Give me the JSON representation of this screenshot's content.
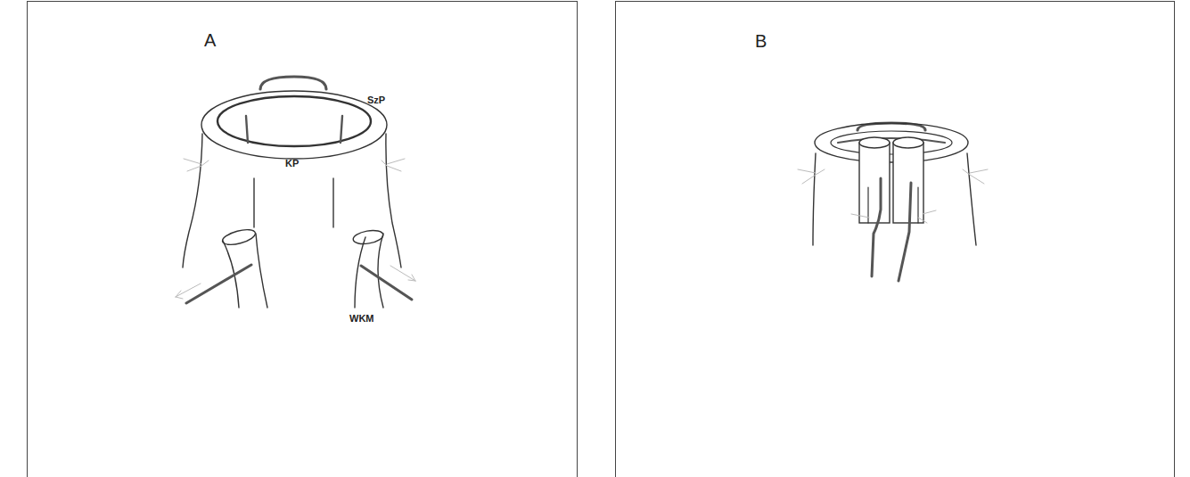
{
  "diagram": {
    "labels": [
      "A",
      "SzP",
      "KP",
      "WKM",
      "B"
    ]
  }
}
